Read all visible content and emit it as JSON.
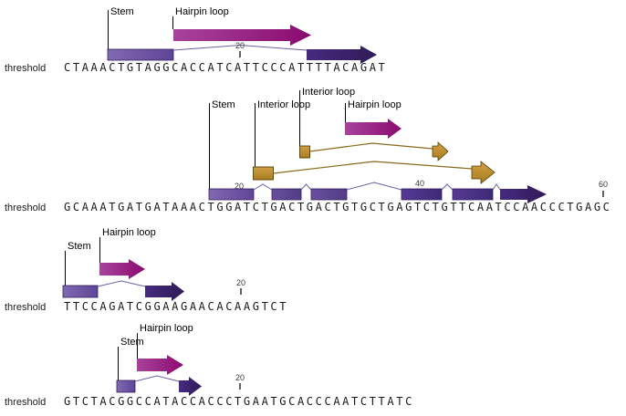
{
  "app": {
    "description": "Sequence secondary structure annotation view",
    "background": "#ffffff"
  },
  "colors": {
    "hairpin_gradient": [
      "#a8439c",
      "#8a0b6f"
    ],
    "stem_light": "#7e66b0",
    "stem_mid": "#63489a",
    "stem_dark": "#503490",
    "stem_arrow": "#462a80",
    "interior_gold": "#c2922f",
    "interior_border": "#4f3c06",
    "connector": "#6f5fa5",
    "sequence_text": "#1a1a1a"
  },
  "tracks": [
    {
      "name": "track-1",
      "threshold_label": "threshold",
      "labels": {
        "stem": "Stem",
        "hairpin": "Hairpin loop"
      },
      "ticks": [
        {
          "label": "20"
        }
      ],
      "sequence": "CTAAACTGTAGGCACCATCATTCCCATTTTACAGAT"
    },
    {
      "name": "track-2",
      "threshold_label": "threshold",
      "labels": {
        "stem": "Stem",
        "interior_lower": "Interior loop",
        "interior_upper": "Interior loop",
        "hairpin": "Hairpin loop"
      },
      "ticks": [
        {
          "label": "20"
        },
        {
          "label": "40"
        },
        {
          "label": "60"
        }
      ],
      "sequence": "GCAAATGATGATAAACTGGATCTGACTGACTGTGCTGAGTCTGTTCAATCCAACCCTGAGC"
    },
    {
      "name": "track-3",
      "threshold_label": "threshold",
      "labels": {
        "stem": "Stem",
        "hairpin": "Hairpin loop"
      },
      "ticks": [
        {
          "label": "20"
        }
      ],
      "sequence": "TTCCAGATCGGAAGAACACAAGTCT"
    },
    {
      "name": "track-4",
      "threshold_label": "threshold",
      "labels": {
        "stem": "Stem",
        "hairpin": "Hairpin loop"
      },
      "ticks": [
        {
          "label": "20"
        }
      ],
      "sequence": "GTCTACGGCCATACCACCCTGAATGCACCCAATCTTATC"
    }
  ]
}
